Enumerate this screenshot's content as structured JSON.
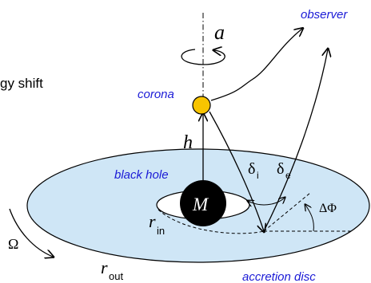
{
  "labels": {
    "observer": "observer",
    "corona": "corona",
    "black_hole": "black hole",
    "accretion_disc": "accretion disc",
    "energy_shift": "gy shift"
  },
  "symbols": {
    "spin": "a",
    "height": "h",
    "mass": "M",
    "inner_radius": "r",
    "inner_radius_sub": "in",
    "outer_radius": "r",
    "outer_radius_sub": "out",
    "angular_velocity": "Ω",
    "delta_i": "δ",
    "delta_i_sub": "i",
    "delta_e": "δ",
    "delta_e_sub": "e",
    "delta_phi": "ΔΦ"
  },
  "colors": {
    "disc_fill": "#cfe6f6",
    "corona_fill": "#f8c400",
    "label_blue": "#1a1ad6",
    "black_hole": "#000000"
  }
}
